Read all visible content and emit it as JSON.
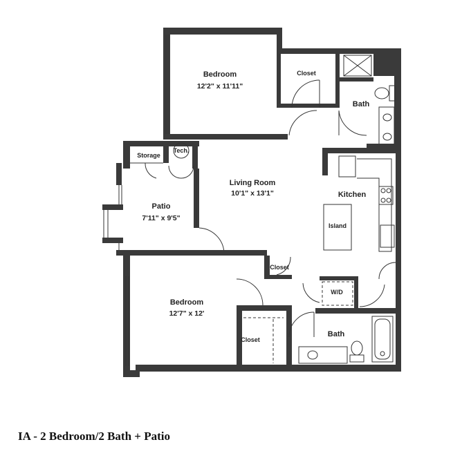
{
  "title": "IA - 2 Bedroom/2 Bath + Patio",
  "rooms": {
    "bedroom_top": {
      "name": "Bedroom",
      "dims": "12'2\" x 11'11\""
    },
    "closet_top": {
      "name": "Closet"
    },
    "bath_top": {
      "name": "Bath"
    },
    "storage": {
      "name": "Storage"
    },
    "tech": {
      "name": "Tech."
    },
    "patio": {
      "name": "Patio",
      "dims": "7'11\" x 9'5\""
    },
    "living": {
      "name": "Living Room",
      "dims": "10'1\" x 13'1\""
    },
    "kitchen": {
      "name": "Kitchen"
    },
    "island": {
      "name": "Island"
    },
    "closet_small": {
      "name": "Closet"
    },
    "wd": {
      "name": "W/D"
    },
    "bedroom_bottom": {
      "name": "Bedroom",
      "dims": "12'7\" x 12'"
    },
    "closet_bottom": {
      "name": "Closet"
    },
    "bath_bottom": {
      "name": "Bath"
    }
  }
}
